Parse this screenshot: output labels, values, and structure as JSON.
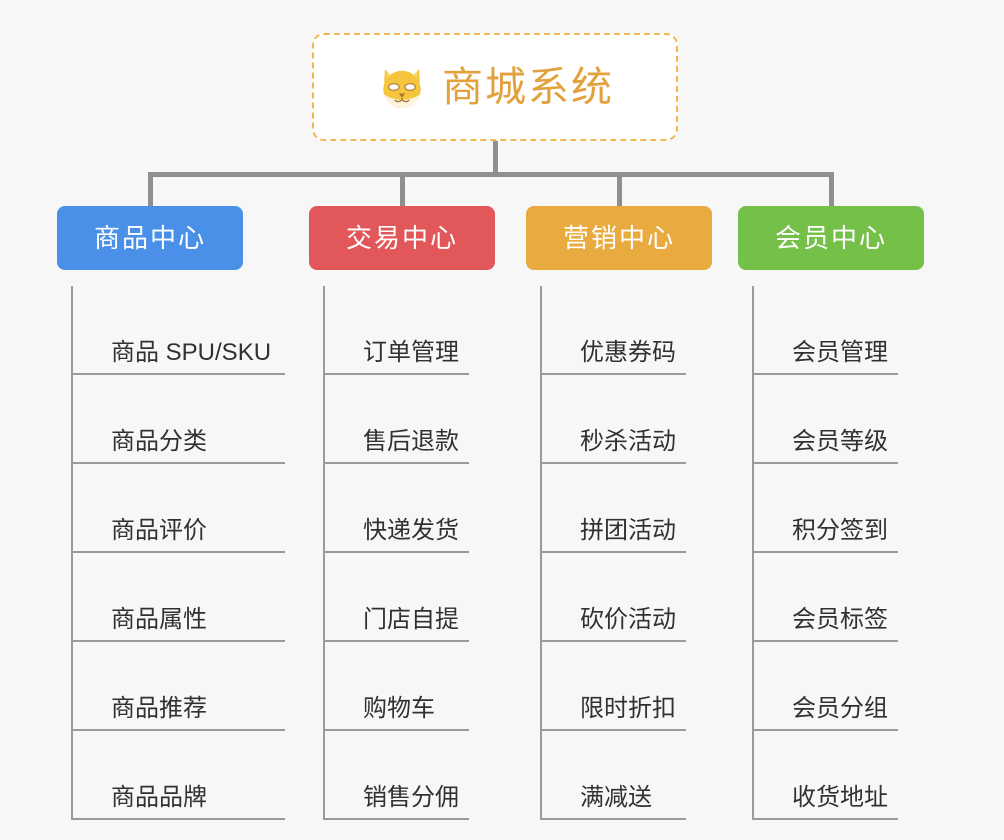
{
  "root": {
    "title": "商城系统",
    "icon": "shiba-dog-icon",
    "border_color": "#f0b752",
    "title_color": "#e2a13c",
    "background": "#ffffff"
  },
  "page": {
    "background": "#f7f7f7",
    "connector_color": "#8f8f8f",
    "leaf_rule_color": "#9a9a9a",
    "leaf_text_color": "#303133"
  },
  "columns": [
    {
      "label": "商品中心",
      "color": "#4a90e8",
      "items": [
        "商品 SPU/SKU",
        "商品分类",
        "商品评价",
        "商品属性",
        "商品推荐",
        "商品品牌"
      ]
    },
    {
      "label": "交易中心",
      "color": "#e2585a",
      "items": [
        "订单管理",
        "售后退款",
        "快递发货",
        "门店自提",
        "购物车",
        "销售分佣"
      ]
    },
    {
      "label": "营销中心",
      "color": "#e9ab3f",
      "items": [
        "优惠券码",
        "秒杀活动",
        "拼团活动",
        "砍价活动",
        "限时折扣",
        "满减送"
      ]
    },
    {
      "label": "会员中心",
      "color": "#74c048",
      "items": [
        "会员管理",
        "会员等级",
        "积分签到",
        "会员标签",
        "会员分组",
        "收货地址"
      ]
    }
  ]
}
